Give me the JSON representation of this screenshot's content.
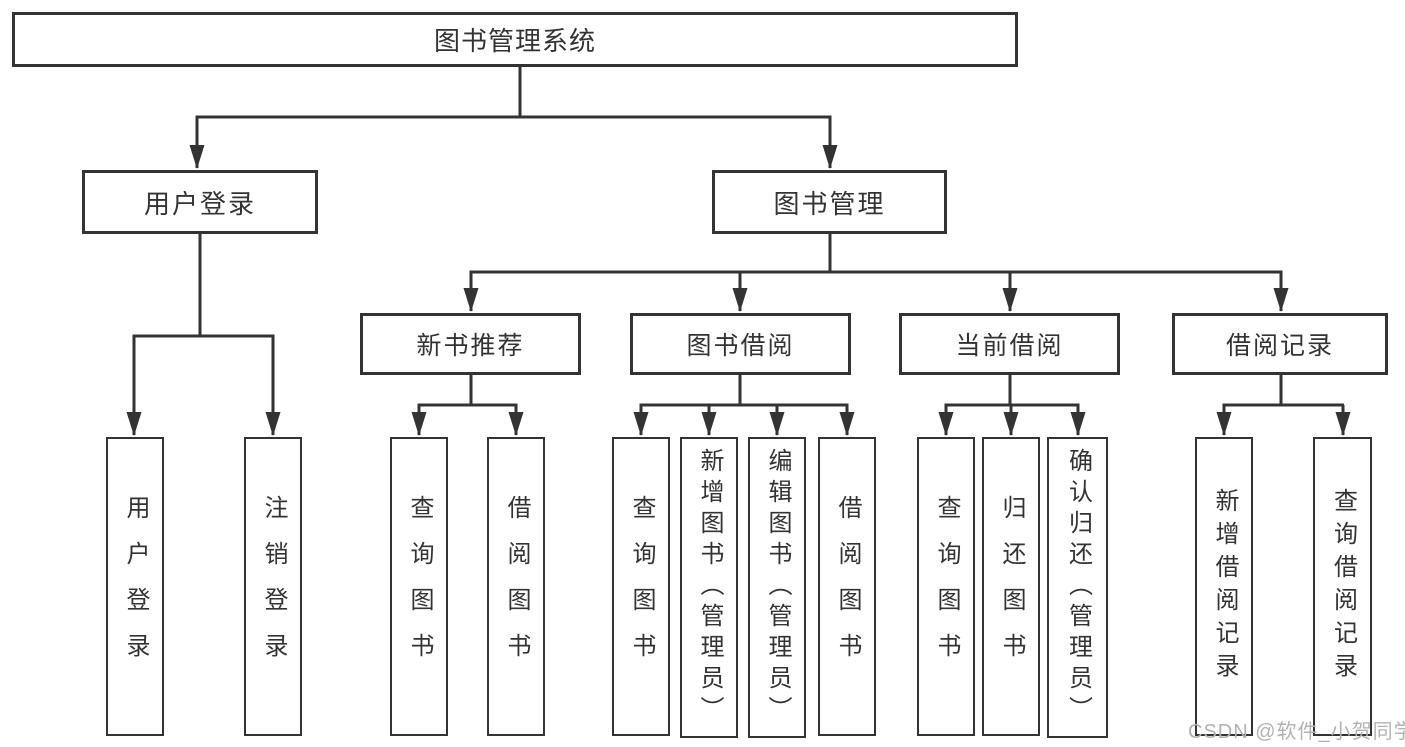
{
  "diagram": {
    "root": {
      "label": "图书管理系统"
    },
    "branches": {
      "user_login": {
        "label": "用户登录",
        "children": [
          {
            "label": "用户登录"
          },
          {
            "label": "注销登录"
          }
        ]
      },
      "book_mgmt": {
        "label": "图书管理",
        "children": [
          {
            "label": "新书推荐",
            "children": [
              {
                "label": "查询图书"
              },
              {
                "label": "借阅图书"
              }
            ]
          },
          {
            "label": "图书借阅",
            "children": [
              {
                "label": "查询图书"
              },
              {
                "label": "新增图书（管理员）"
              },
              {
                "label": "编辑图书（管理员）"
              },
              {
                "label": "借阅图书"
              }
            ]
          },
          {
            "label": "当前借阅",
            "children": [
              {
                "label": "查询图书"
              },
              {
                "label": "归还图书"
              },
              {
                "label": "确认归还（管理员）"
              }
            ]
          },
          {
            "label": "借阅记录",
            "children": [
              {
                "label": "新增借阅记录"
              },
              {
                "label": "查询借阅记录"
              }
            ]
          }
        ]
      }
    }
  },
  "watermark": {
    "text": "CSDN @软件_小贺同学"
  },
  "colors": {
    "line": "#333333",
    "text": "#333333",
    "background": "#ffffff",
    "watermark": "#b2b2b2"
  }
}
